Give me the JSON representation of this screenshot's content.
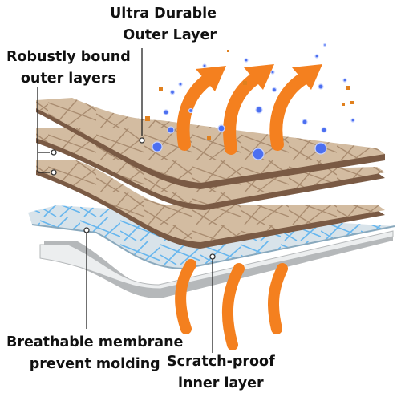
{
  "labels": {
    "outer_layer": [
      "Ultra Durable",
      "Outer Layer"
    ],
    "bound_layers": [
      "Robustly bound",
      "outer layers"
    ],
    "membrane": [
      "Breathable membrane",
      "prevent molding"
    ],
    "inner_layer": [
      "Scratch-proof",
      "inner layer"
    ]
  },
  "colors": {
    "fabric_fill": "#d3bca1",
    "fabric_edge": "#7a5a44",
    "fabric_pattern": "#a98c70",
    "membrane_fill": "#d8e3ea",
    "membrane_fiber": "#66b6ee",
    "inner_fill": "#eceeef",
    "inner_edge": "#b5b8ba",
    "arrow": "#f4801f",
    "bubble": "#4c6ff0",
    "particle": "#e0801e"
  },
  "icons": {
    "heat_arrow": "curved-up-arrow-icon",
    "moisture": "bubble-icon",
    "particles": "particle-icon"
  }
}
